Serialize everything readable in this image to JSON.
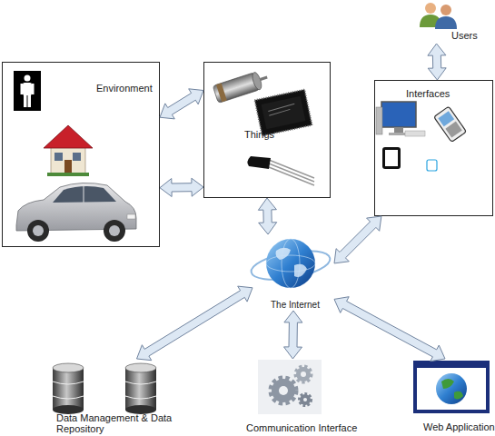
{
  "diagram": {
    "nodes": [
      {
        "text": [
          "Environment"
        ]
      },
      {
        "text": [
          "Things"
        ]
      },
      {
        "text": [
          "Interfaces"
        ]
      },
      {
        "text": [
          "Users"
        ]
      },
      {
        "text": [
          "The Internet"
        ]
      },
      {
        "text": [
          "Data Management & Data Repository"
        ]
      },
      {
        "text": [
          "Communication Interface"
        ]
      },
      {
        "text": [
          "Web Application"
        ]
      }
    ],
    "edges": [
      {
        "from": 0,
        "to": 1,
        "arrow": "both"
      },
      {
        "from": 0,
        "to": 1,
        "arrow": "both"
      },
      {
        "from": 1,
        "to": 4,
        "arrow": "both"
      },
      {
        "from": 3,
        "to": 2,
        "arrow": "both"
      },
      {
        "from": 2,
        "to": 4,
        "arrow": "both"
      },
      {
        "from": 4,
        "to": 5,
        "arrow": "both"
      },
      {
        "from": 4,
        "to": 6,
        "arrow": "both"
      },
      {
        "from": 4,
        "to": 7,
        "arrow": "both"
      }
    ]
  }
}
